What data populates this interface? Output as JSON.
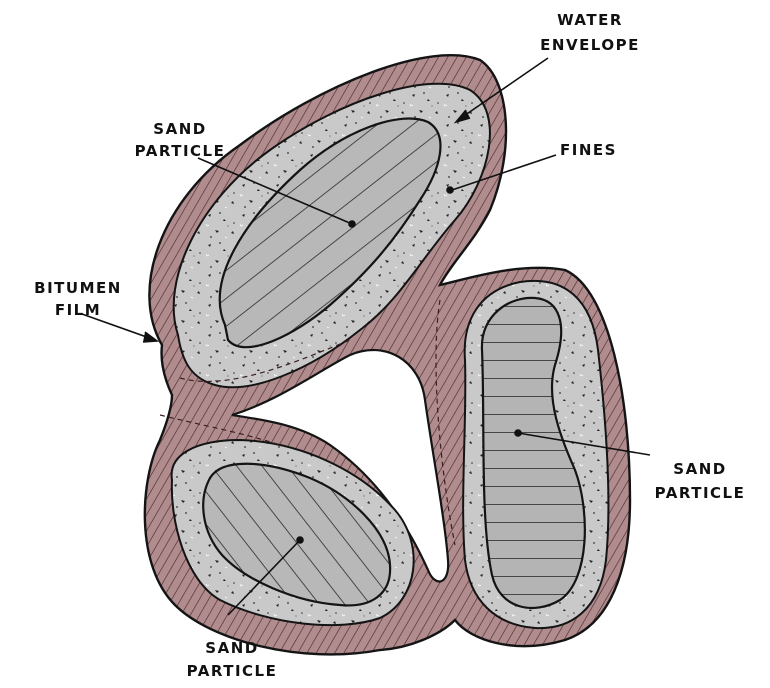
{
  "labels": {
    "water_envelope": [
      "WATER",
      "ENVELOPE"
    ],
    "fines": "FINES",
    "sand_particle_top": [
      "SAND",
      "PARTICLE"
    ],
    "bitumen_film": [
      "BITUMEN",
      "FILM"
    ],
    "sand_particle_right": [
      "SAND",
      "PARTICLE"
    ],
    "sand_particle_bottom": [
      "SAND",
      "PARTICLE"
    ]
  },
  "colors": {
    "bitumen": "#b08c8e",
    "bitumen_hatch": "#4a2a2c",
    "water": "#c8c8c8",
    "sand": "#b6b6b6",
    "outline": "#141414",
    "background": "#ffffff"
  }
}
